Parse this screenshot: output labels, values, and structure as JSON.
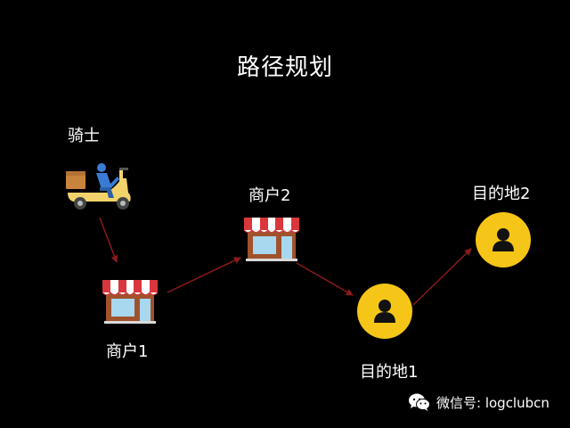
{
  "title": "路径规划",
  "nodes": {
    "rider": {
      "label": "骑士",
      "icon": "scooter-rider-icon"
    },
    "shop1": {
      "label": "商户1",
      "icon": "storefront-icon"
    },
    "shop2": {
      "label": "商户2",
      "icon": "storefront-icon"
    },
    "dest1": {
      "label": "目的地1",
      "icon": "user-pin-icon"
    },
    "dest2": {
      "label": "目的地2",
      "icon": "user-pin-icon"
    }
  },
  "edges": [
    {
      "from": "rider",
      "to": "shop1"
    },
    {
      "from": "shop1",
      "to": "shop2"
    },
    {
      "from": "shop2",
      "to": "dest1"
    },
    {
      "from": "dest1",
      "to": "dest2"
    }
  ],
  "watermark": {
    "text": "微信号: logclubcn",
    "icon": "wechat-icon"
  },
  "colors": {
    "background": "#000000",
    "arrow": "#8b1a1a",
    "destination": "#f5c518",
    "awning_red": "#d9363e",
    "shop_body": "#a0522d",
    "window": "#a7d8f0",
    "scooter": "#f2d36b",
    "rider": "#3a7bd5",
    "box": "#c8843d"
  }
}
